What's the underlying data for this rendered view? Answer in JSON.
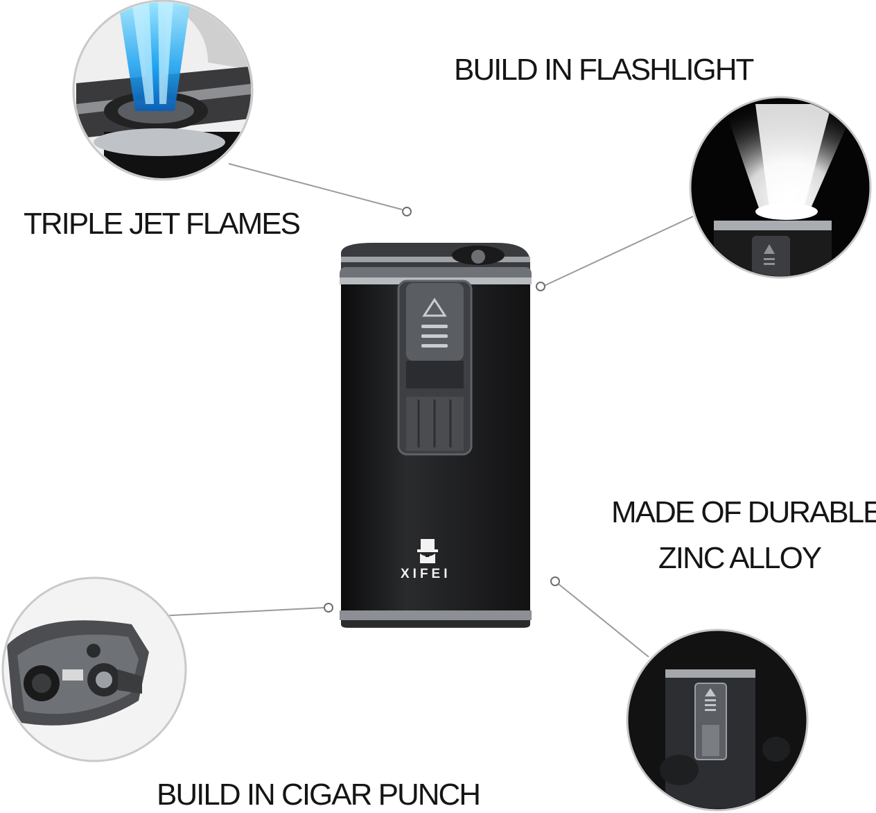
{
  "labels": {
    "flashlight": "BUILD IN FLASHLIGHT",
    "flames": "TRIPLE JET FLAMES",
    "zinc_line1": "MADE OF DURABLE",
    "zinc_line2": "ZINC ALLOY",
    "punch": "BUILD IN CIGAR PUNCH"
  },
  "product": {
    "brand": "XIFEI",
    "logo": "top-hat-man-logo"
  },
  "colors": {
    "flame": "#2fb6ff",
    "body": "#1c1d1f",
    "trim": "#8a8d92",
    "leader_line": "#9a9a9a"
  }
}
